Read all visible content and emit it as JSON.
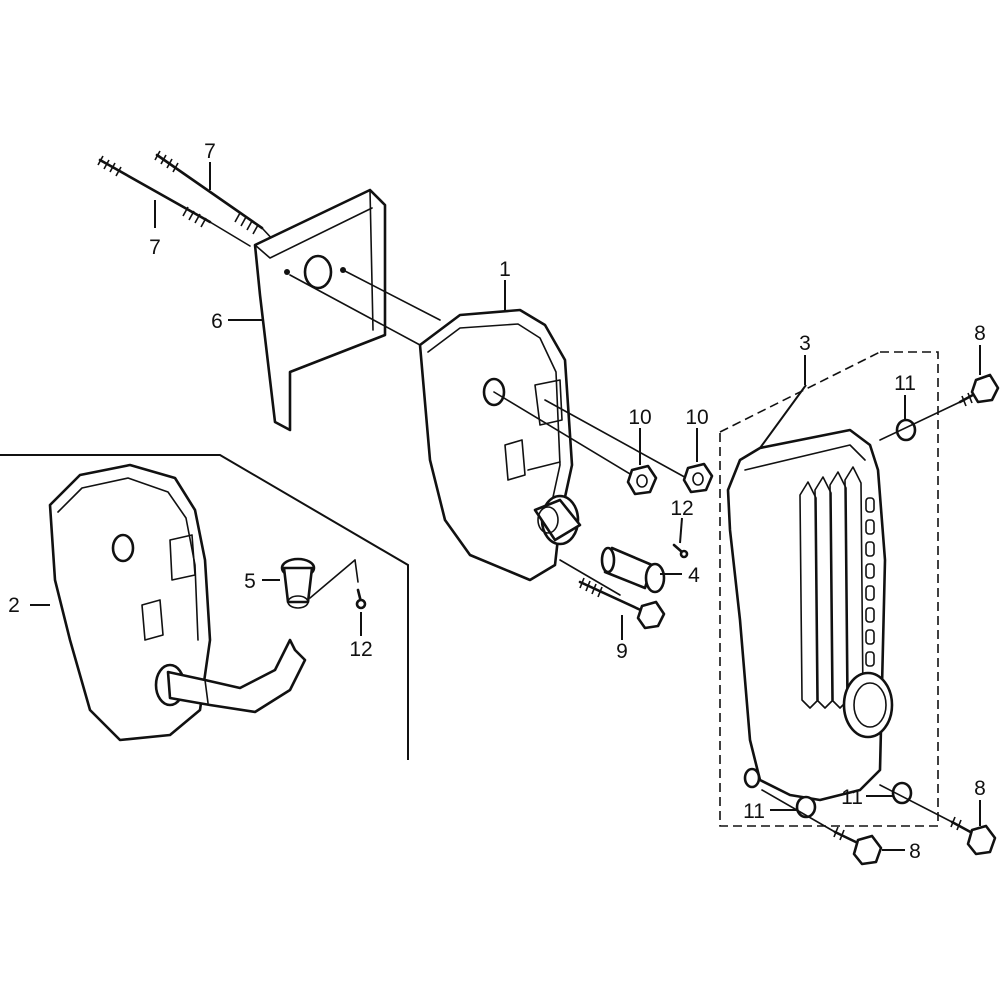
{
  "callouts": {
    "c1": "1",
    "c2": "2",
    "c3": "3",
    "c4": "4",
    "c5": "5",
    "c6": "6",
    "c7a": "7",
    "c7b": "7",
    "c8a": "8",
    "c8b": "8",
    "c8c": "8",
    "c9": "9",
    "c10a": "10",
    "c10b": "10",
    "c11a": "11",
    "c11b": "11",
    "c11c": "11",
    "c12a": "12",
    "c12b": "12"
  },
  "colors": {
    "ink": "#111111",
    "paper": "#ffffff"
  }
}
